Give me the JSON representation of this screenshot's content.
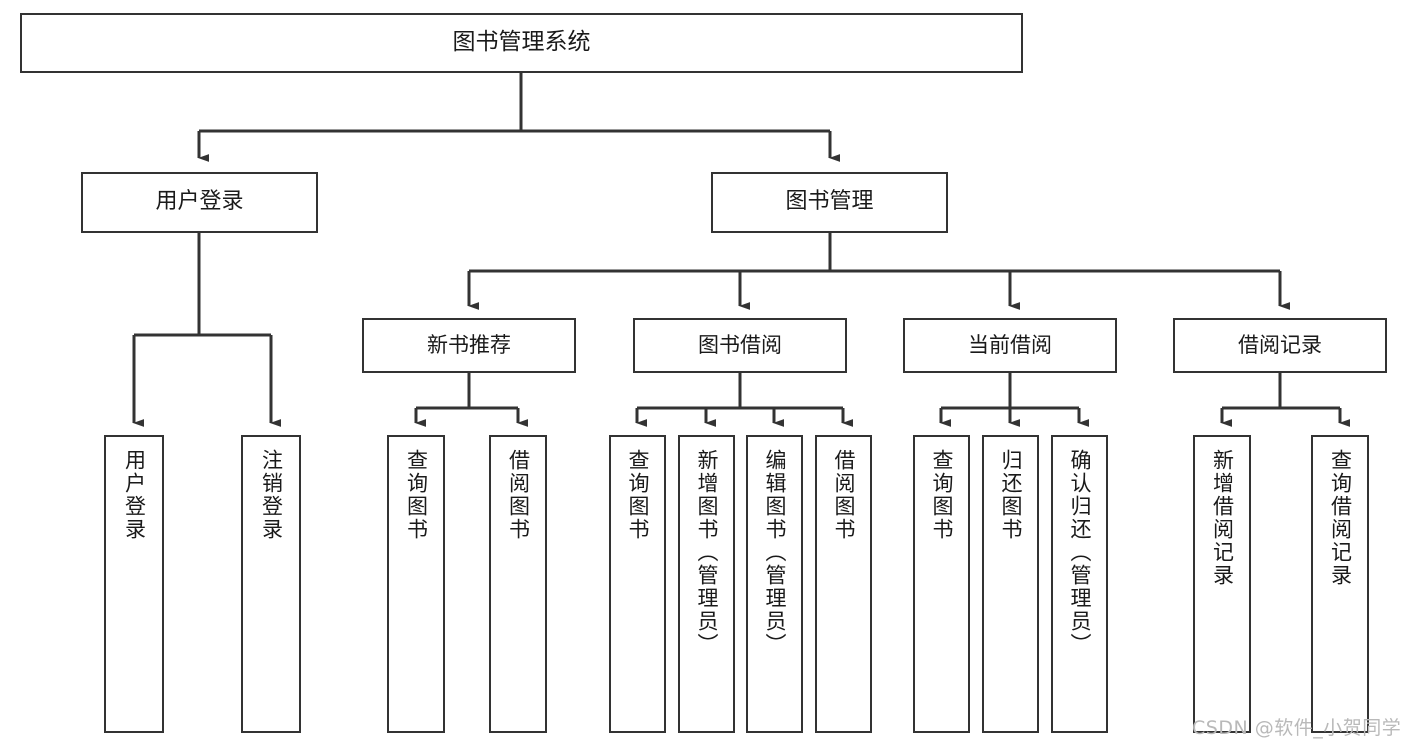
{
  "diagram": {
    "type": "tree",
    "title": "图书管理系统",
    "watermark": "CSDN @软件_小贺同学",
    "colors": {
      "node_border": "#333333",
      "node_fill": "#ffffff",
      "edge": "#333333",
      "text": "#1a1a1a",
      "watermark": "#b9b9b9",
      "background": "#ffffff"
    },
    "nodes": {
      "root": {
        "label": "图书管理系统"
      },
      "user_login": {
        "label": "用户登录"
      },
      "book_manage": {
        "label": "图书管理"
      },
      "new_book_rec": {
        "label": "新书推荐"
      },
      "book_borrow": {
        "label": "图书借阅"
      },
      "current_borrow": {
        "label": "当前借阅"
      },
      "borrow_record": {
        "label": "借阅记录"
      },
      "leaf_user_login": {
        "label": "用户登录"
      },
      "leaf_logout": {
        "label": "注销登录"
      },
      "leaf_query_book_1": {
        "label": "查询图书"
      },
      "leaf_borrow_book_1": {
        "label": "借阅图书"
      },
      "leaf_query_book_2": {
        "label": "查询图书"
      },
      "leaf_add_book": {
        "label": "新增图书（管理员）"
      },
      "leaf_edit_book": {
        "label": "编辑图书（管理员）"
      },
      "leaf_borrow_book_2": {
        "label": "借阅图书"
      },
      "leaf_query_book_3": {
        "label": "查询图书"
      },
      "leaf_return_book": {
        "label": "归还图书"
      },
      "leaf_confirm_return": {
        "label": "确认归还（管理员）"
      },
      "leaf_add_record": {
        "label": "新增借阅记录"
      },
      "leaf_query_record": {
        "label": "查询借阅记录"
      }
    },
    "hierarchy": [
      {
        "label": "图书管理系统",
        "children": [
          {
            "label": "用户登录",
            "children": [
              {
                "label": "用户登录"
              },
              {
                "label": "注销登录"
              }
            ]
          },
          {
            "label": "图书管理",
            "children": [
              {
                "label": "新书推荐",
                "children": [
                  {
                    "label": "查询图书"
                  },
                  {
                    "label": "借阅图书"
                  }
                ]
              },
              {
                "label": "图书借阅",
                "children": [
                  {
                    "label": "查询图书"
                  },
                  {
                    "label": "新增图书（管理员）"
                  },
                  {
                    "label": "编辑图书（管理员）"
                  },
                  {
                    "label": "借阅图书"
                  }
                ]
              },
              {
                "label": "当前借阅",
                "children": [
                  {
                    "label": "查询图书"
                  },
                  {
                    "label": "归还图书"
                  },
                  {
                    "label": "确认归还（管理员）"
                  }
                ]
              },
              {
                "label": "借阅记录",
                "children": [
                  {
                    "label": "新增借阅记录"
                  },
                  {
                    "label": "查询借阅记录"
                  }
                ]
              }
            ]
          }
        ]
      }
    ]
  }
}
